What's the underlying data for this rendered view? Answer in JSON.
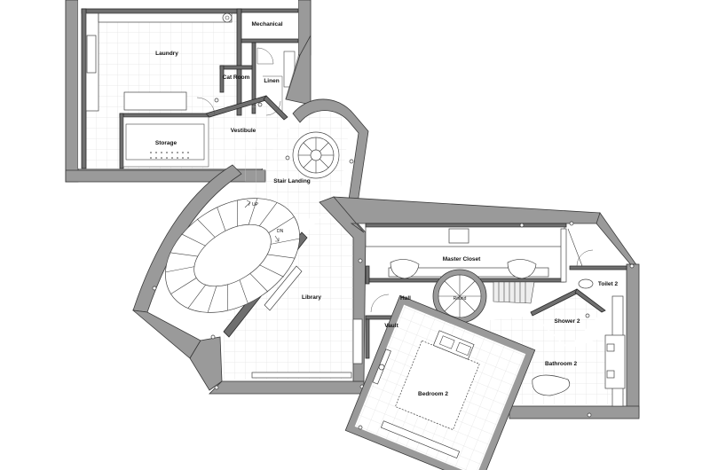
{
  "rooms": {
    "laundry": "Laundry",
    "mechanical": "Mechanical",
    "cat_room": "Cat Room",
    "linen": "Linen",
    "storage": "Storage",
    "vestibule": "Vestibule",
    "stair_landing": "Stair Landing",
    "master_closet": "Master Closet",
    "toilet_2": "Toilet 2",
    "library": "Library",
    "hall": "Hall",
    "round": "Round",
    "shower_2": "Shower 2",
    "vault": "Vault",
    "bathroom_2": "Bathroom 2",
    "bedroom_2": "Bedroom 2"
  },
  "stair_marks": {
    "up": "UP",
    "dn": "DN"
  },
  "colors": {
    "wall_fill": "#9a9a9a",
    "wall_stroke": "#3a3a3a",
    "tile_line": "#d8d8d8",
    "background": "#ffffff"
  }
}
